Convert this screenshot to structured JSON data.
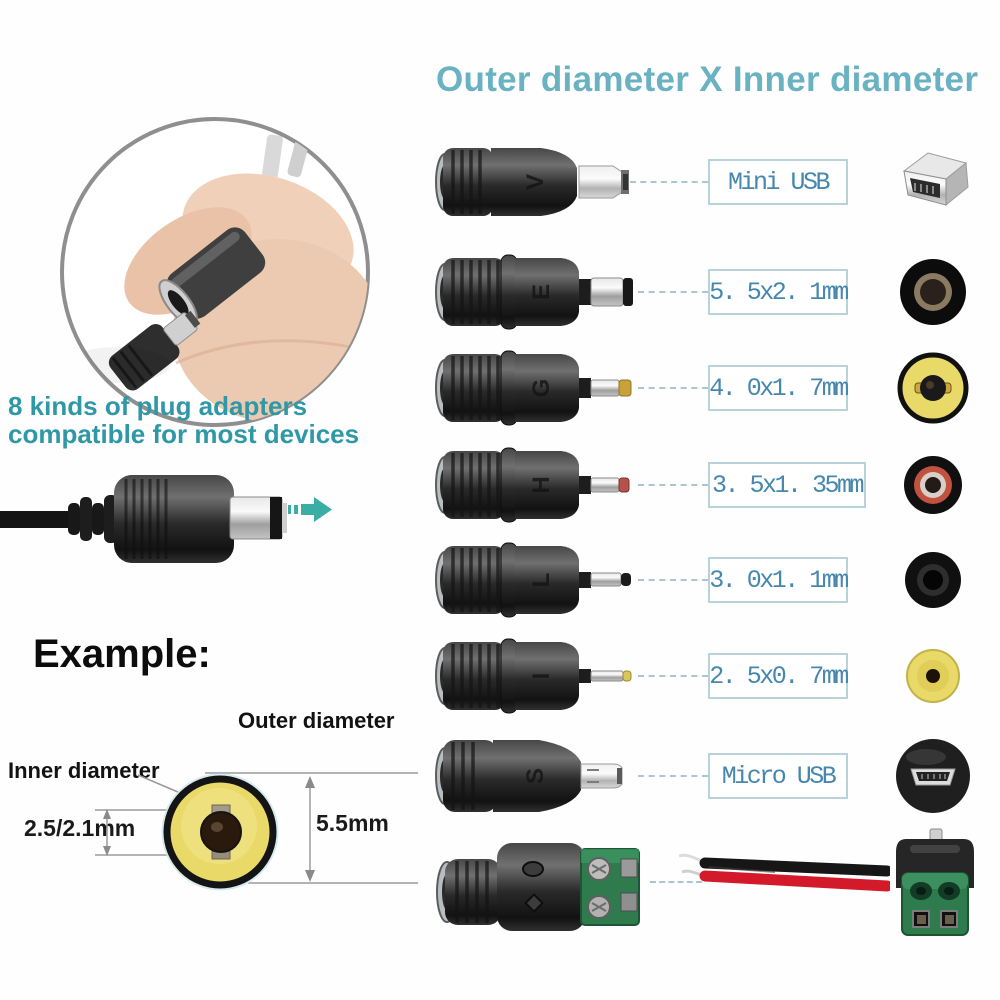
{
  "title": "Outer diameter X Inner diameter",
  "intro": {
    "line1": "8 kinds of plug adapters",
    "line2": "compatible for most devices"
  },
  "example": {
    "heading": "Example:",
    "outer_diameter_label": "Outer diameter",
    "inner_diameter_label": "Inner diameter",
    "inner_size": "2.5/2.1mm",
    "outer_size": "5.5mm"
  },
  "adapters": [
    {
      "marking": "V",
      "label": "Mini USB",
      "icon": "mini-usb-plug-face"
    },
    {
      "marking": "E",
      "label": "5. 5x2. 1mm",
      "icon": "black-5.5mm-barrel-face"
    },
    {
      "marking": "G",
      "label": "4. 0x1. 7mm",
      "icon": "yellow-4.0mm-tip-face"
    },
    {
      "marking": "H",
      "label": "3. 5x1. 35mm",
      "icon": "red-3.5mm-tip-face"
    },
    {
      "marking": "L",
      "label": "3. 0x1. 1mm",
      "icon": "black-3.0mm-tip-face"
    },
    {
      "marking": "I",
      "label": "2. 5x0. 7mm",
      "icon": "yellow-2.5mm-tip-face"
    },
    {
      "marking": "S",
      "label": "Micro USB",
      "icon": "micro-usb-plug-face"
    },
    {
      "marking": "",
      "label": "",
      "icon": "green-screw-terminal-block"
    }
  ],
  "colors": {
    "title_teal": "#69b2c1",
    "body_teal": "#2f98a6",
    "label_text_blue": "#4687ae",
    "label_border": "#b8d2da",
    "wire_red": "#d31a2b",
    "arrow_teal": "#3aada5",
    "plug_face_yellow": "#e9d968"
  }
}
